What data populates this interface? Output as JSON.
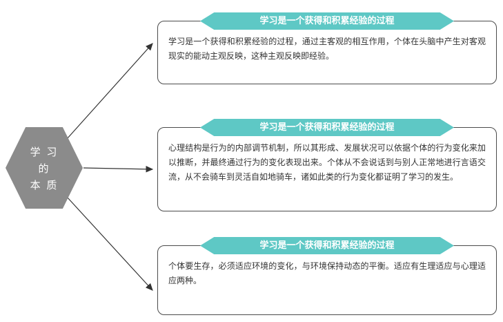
{
  "root_node": {
    "lines": [
      "学 习",
      "的",
      "本 质"
    ]
  },
  "boxes": [
    {
      "banner": "学习是一个获得和积累经验的过程",
      "body": "学习是一个获得和积累经验的过程，通过主客观的相互作用，个体在头脑中产生对客观现实的能动主观反映，这种主观反映即经验。"
    },
    {
      "banner": "学习是一个获得和积累经验的过程",
      "body": "心理结构是行为的内部调节机制，所以其形成、发展状况可以依据个体的行为变化来加以推断，并最终通过行为的变化表现出来。个体从不会说话到与别人正常地进行言语交流，从不会骑车到灵活自如地骑车，诸如此类的行为变化都证明了学习的发生。"
    },
    {
      "banner": "学习是一个获得和积累经验的过程",
      "body": "个体要生存，必须适应环境的变化，与环境保持动态的平衡。适应有生理适应与心理适应两种。"
    }
  ],
  "colors": {
    "banner_teal": "#5ec8c5",
    "hexagon_gray": "#8b8b8b",
    "border_dark": "#4a4a4a"
  }
}
